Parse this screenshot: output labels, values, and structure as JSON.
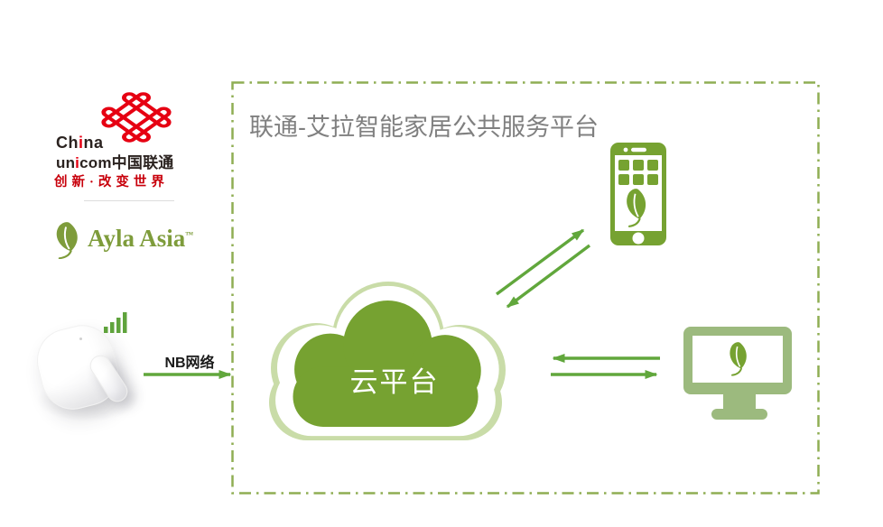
{
  "colors": {
    "brand_red": "#e60012",
    "unicom_dark": "#2b2320",
    "slogan_red": "#c8000b",
    "ayla_green": "#7e9c3b",
    "diagram_green": "#76a231",
    "cloud_outline": "#c9dca8",
    "monitor_green": "#9cba7e",
    "arrow_green": "#61a73c",
    "border_green": "#8fae53",
    "title_gray": "#808080",
    "text_dark": "#1a1a1a",
    "signal_green": "#5fa33c"
  },
  "branding": {
    "unicom": {
      "en1_a": "Ch",
      "en1_i": "i",
      "en1_b": "na",
      "en2_a": "un",
      "en2_i": "i",
      "en2_b": "com",
      "en2_cn": "中国联通",
      "slogan": "创新·改变世界"
    },
    "ayla": {
      "name": "Ayla Asia",
      "tm": "™"
    }
  },
  "link": {
    "label": "NB网络"
  },
  "platform": {
    "title": "联通-艾拉智能家居公共服务平台",
    "cloud_label": "云平台"
  }
}
